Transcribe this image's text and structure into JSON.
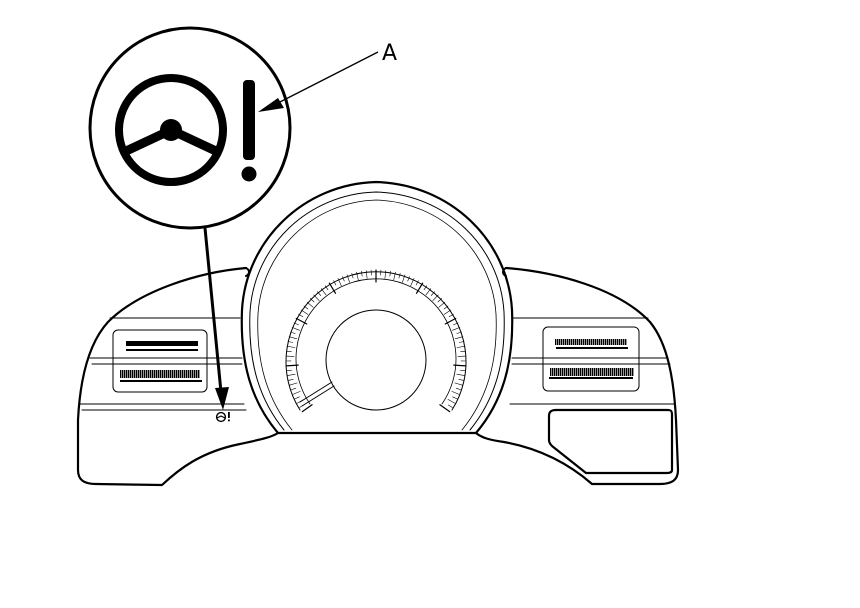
{
  "diagram": {
    "callout_label": "A",
    "callout_target": "steering-warning-indicator",
    "magnified_symbol": [
      "steering-wheel-icon",
      "exclamation-mark-icon"
    ],
    "instrument_cluster": {
      "center_gauge": "speedometer-dial",
      "left_display": "left-multi-info-display",
      "right_display": "right-multi-info-display",
      "lower_right_panel": "lower-right-display"
    },
    "line_color": "#000000",
    "background_color": "#ffffff"
  }
}
